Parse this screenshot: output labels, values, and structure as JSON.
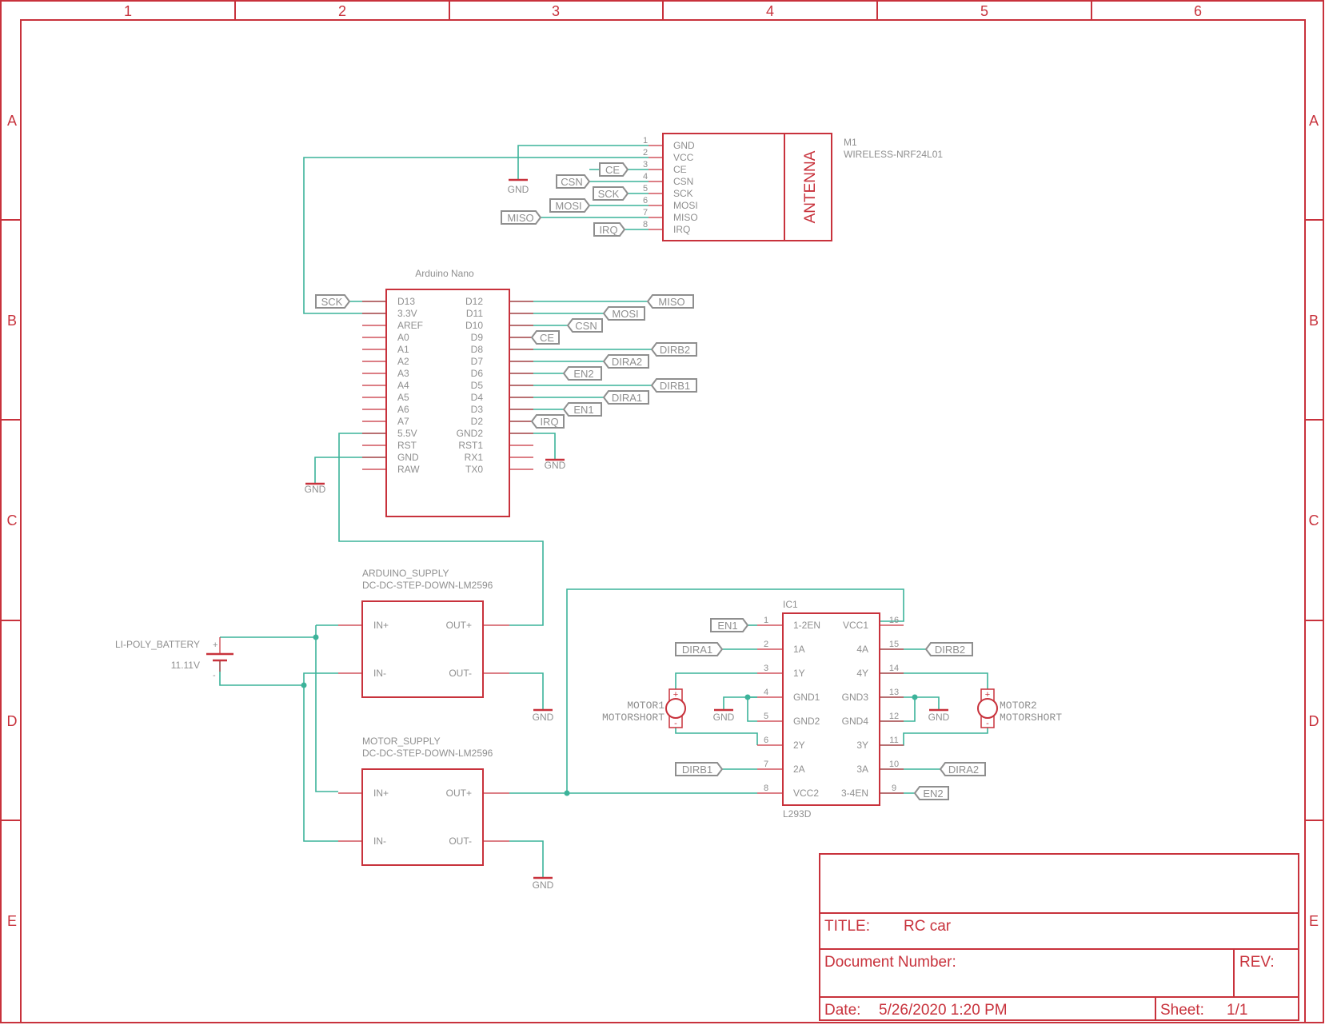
{
  "frame": {
    "columns": [
      "1",
      "2",
      "3",
      "4",
      "5",
      "6"
    ],
    "rows": [
      "A",
      "B",
      "C",
      "D",
      "E"
    ]
  },
  "nrf": {
    "designator": "M1",
    "part": "WIRELESS-NRF24L01",
    "antenna_label": "ANTENNA",
    "pins": [
      {
        "num": "1",
        "name": "GND"
      },
      {
        "num": "2",
        "name": "VCC"
      },
      {
        "num": "3",
        "name": "CE"
      },
      {
        "num": "4",
        "name": "CSN"
      },
      {
        "num": "5",
        "name": "SCK"
      },
      {
        "num": "6",
        "name": "MOSI"
      },
      {
        "num": "7",
        "name": "MISO"
      },
      {
        "num": "8",
        "name": "IRQ"
      }
    ],
    "nets": [
      "CE",
      "CSN",
      "SCK",
      "MOSI",
      "MISO",
      "IRQ"
    ]
  },
  "nano": {
    "title": "Arduino Nano",
    "left_pins": [
      "D13",
      "3.3V",
      "AREF",
      "A0",
      "A1",
      "A2",
      "A3",
      "A4",
      "A5",
      "A6",
      "A7",
      "5.5V",
      "RST",
      "GND",
      "RAW"
    ],
    "right_pins": [
      "D12",
      "D11",
      "D10",
      "D9",
      "D8",
      "D7",
      "D6",
      "D5",
      "D4",
      "D3",
      "D2",
      "GND2",
      "RST1",
      "RX1",
      "TX0"
    ],
    "nets": {
      "sck": "SCK",
      "miso": "MISO",
      "mosi": "MOSI",
      "csn": "CSN",
      "ce": "CE",
      "dirb2": "DIRB2",
      "dira2": "DIRA2",
      "en2": "EN2",
      "dirb1": "DIRB1",
      "dira1": "DIRA1",
      "en1": "EN1",
      "irq": "IRQ"
    }
  },
  "gnd_label": "GND",
  "battery": {
    "name": "LI-POLY_BATTERY",
    "value": "11.11V",
    "plus": "+",
    "minus": "-"
  },
  "arduino_supply": {
    "name": "ARDUINO_SUPPLY",
    "part": "DC-DC-STEP-DOWN-LM2596",
    "pins": [
      "IN+",
      "IN-",
      "OUT+",
      "OUT-"
    ]
  },
  "motor_supply": {
    "name": "MOTOR_SUPPLY",
    "part": "DC-DC-STEP-DOWN-LM2596",
    "pins": [
      "IN+",
      "IN-",
      "OUT+",
      "OUT-"
    ]
  },
  "ic1": {
    "designator": "IC1",
    "part": "L293D",
    "left_pins": [
      {
        "num": "1",
        "name": "1-2EN"
      },
      {
        "num": "2",
        "name": "1A"
      },
      {
        "num": "3",
        "name": "1Y"
      },
      {
        "num": "4",
        "name": "GND1"
      },
      {
        "num": "5",
        "name": "GND2"
      },
      {
        "num": "6",
        "name": "2Y"
      },
      {
        "num": "7",
        "name": "2A"
      },
      {
        "num": "8",
        "name": "VCC2"
      }
    ],
    "right_pins": [
      {
        "num": "16",
        "name": "VCC1"
      },
      {
        "num": "15",
        "name": "4A"
      },
      {
        "num": "14",
        "name": "4Y"
      },
      {
        "num": "13",
        "name": "GND3"
      },
      {
        "num": "12",
        "name": "GND4"
      },
      {
        "num": "11",
        "name": "3Y"
      },
      {
        "num": "10",
        "name": "3A"
      },
      {
        "num": "9",
        "name": "3-4EN"
      }
    ],
    "nets": {
      "en1": "EN1",
      "dira1": "DIRA1",
      "dirb1": "DIRB1",
      "dirb2": "DIRB2",
      "dira2": "DIRA2",
      "en2": "EN2"
    }
  },
  "motor1": {
    "name": "MOTOR1",
    "part": "MOTORSHORT",
    "plus": "+",
    "minus": "-"
  },
  "motor2": {
    "name": "MOTOR2",
    "part": "MOTORSHORT",
    "plus": "+",
    "minus": "-"
  },
  "title_block": {
    "title_label": "TITLE:",
    "title_value": "RC car",
    "docnum_label": "Document Number:",
    "rev_label": "REV:",
    "date_label": "Date:",
    "date_value": "5/26/2020 1:20 PM",
    "sheet_label": "Sheet:",
    "sheet_value": "1/1"
  },
  "colors": {
    "symbol": "#c8323c",
    "wire": "#3cb39a",
    "label": "#8f8f8f"
  }
}
